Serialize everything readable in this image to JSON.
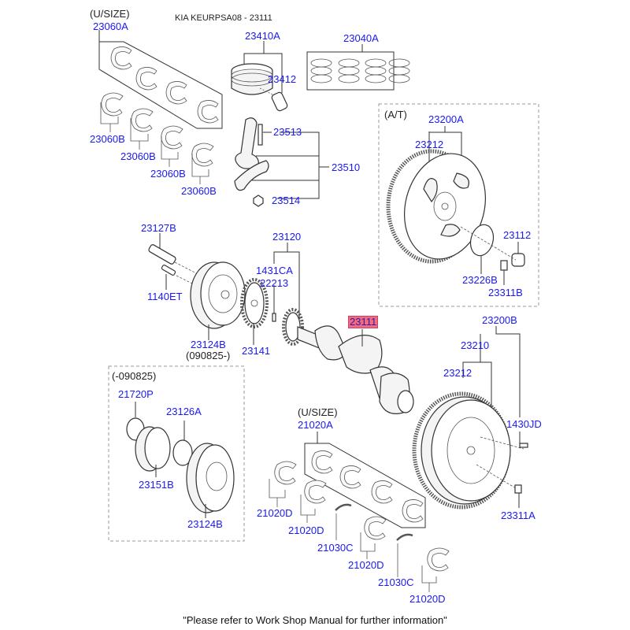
{
  "title": "KIA KEURPSA08 - 23111",
  "footer": "\"Please refer to Work Shop Manual for further information\"",
  "highlight_color": "#f06a84",
  "label_color": "#1a1af0",
  "groups": {
    "upper_usize": "(U/SIZE)",
    "at": "(A/T)",
    "lower_usize": "(U/SIZE)",
    "pre_090825": "(-090825)",
    "post_090825": "(090825-)"
  },
  "parts": {
    "p23060A": "23060A",
    "p23060B_1": "23060B",
    "p23060B_2": "23060B",
    "p23060B_3": "23060B",
    "p23060B_4": "23060B",
    "p23410A": "23410A",
    "p23412": "23412",
    "p23040A": "23040A",
    "p23513": "23513",
    "p23510": "23510",
    "p23514": "23514",
    "p23200A": "23200A",
    "p23212_at": "23212",
    "p23112": "23112",
    "p23226B": "23226B",
    "p23311B": "23311B",
    "p23127B": "23127B",
    "p1140ET": "1140ET",
    "p23124B_top": "23124B",
    "p23120": "23120",
    "p1431CA": "1431CA",
    "p22213": "22213",
    "p23141": "23141",
    "p23111": "23111",
    "p23200B": "23200B",
    "p23210": "23210",
    "p23212_mt": "23212",
    "p1430JD": "1430JD",
    "p23311A": "23311A",
    "p21720P": "21720P",
    "p23126A": "23126A",
    "p23151B": "23151B",
    "p23124B_box": "23124B",
    "p21020A": "21020A",
    "p21020D_1": "21020D",
    "p21020D_2": "21020D",
    "p21020D_3": "21020D",
    "p21020D_4": "21020D",
    "p21030C_1": "21030C",
    "p21030C_2": "21030C"
  }
}
